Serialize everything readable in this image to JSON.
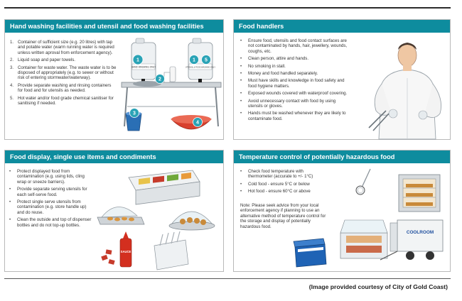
{
  "panels": {
    "hand_washing": {
      "title": "Hand washing facilities and utensil and food washing facilities",
      "items": [
        "Container of sufficient size (e.g. 20 litres) with tap and potable water (warm running water is required unless written aproval from enforcement agency).",
        "Liquid soap and paper towels.",
        "Container for waste water. The waste water is to be disposed of appropriately (e.g. to sewer or without risk of entering stormwater/waterway).",
        "Provide separate washing and rinsing containers for food and for utensils as needed.",
        "Hot water and/or food grade chemical sanitiser for sanitising if needed."
      ],
      "markers": [
        "1.",
        "2.",
        "3.",
        "4.",
        "5."
      ],
      "figure_numbers": [
        "1",
        "1",
        "5",
        "2",
        "3",
        "4"
      ],
      "container_labels": [
        "HAND WASHING ONLY",
        "UTENSIL & FOOD WASHING ONLY"
      ]
    },
    "food_handlers": {
      "title": "Food handlers",
      "items": [
        "Ensure food, utensils and food contact surfaces are not contaminated by hands, hair, jewellery, wounds, coughs, etc.",
        "Clean person, attire and hands.",
        "No smoking in stall.",
        "Money and food handled separately.",
        "Must have skills and knowledge in food safety and food hygiene matters.",
        "Exposed wounds covered with waterproof covering.",
        "Avoid unnecessary contact with food by using utensils or gloves.",
        "Hands must be washed whenever they are likely to contaminate food."
      ]
    },
    "food_display": {
      "title": "Food display, single use items and condiments",
      "items": [
        "Protect displayed food from contamination (e.g. using lids, cling wrap or sneeze barriers).",
        "Provide separate serving utensils for each self-serve food.",
        "Protect single serve utensils from contamination (e.g. store handle up) and do reuse.",
        "Clean the outside and top of dispenser bottles and do not top-up bottles."
      ],
      "sauce_label": "SAUCE"
    },
    "temperature": {
      "title": "Temperature control of potentially hazardous food",
      "items": [
        "Check food temperature with thermometer (accurate to +/- 1°C)",
        "Cold food - ensure 5°C or below",
        "Hot food - ensure 60°C or above"
      ],
      "note": "Note: Please seek advice from your local enforcement agency if planning to use an alternative method of temperature control for the storage and display of potentially hazardous food.",
      "coolroom_label": "COOLROOM"
    }
  },
  "bullet_symbol": "•",
  "credit": "(Image provided courtesy of City of Gold Coast)",
  "colors": {
    "header": "#0e8c9e",
    "badge": "#2aa3b6",
    "bucket_blue": "#2a6fb5",
    "basin_red": "#d8402e",
    "cooler_blue": "#1f63b5"
  }
}
